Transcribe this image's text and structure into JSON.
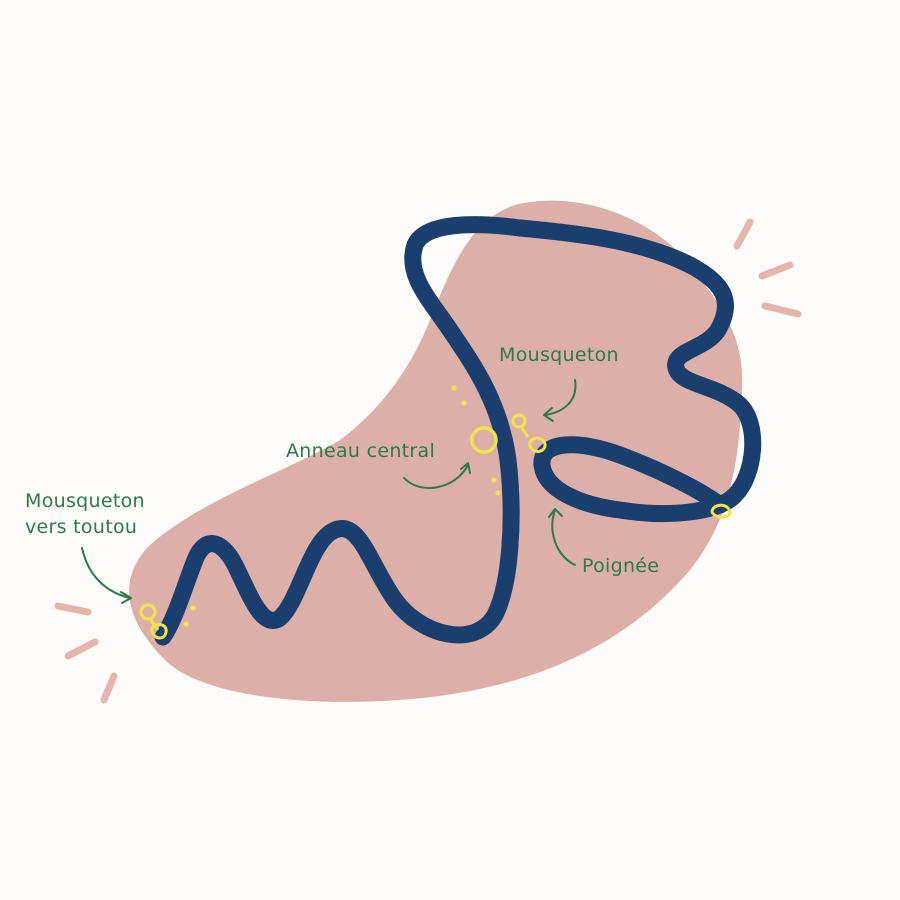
{
  "colors": {
    "background": "#fdfcfa",
    "blob": "#dcb0a8",
    "leash": "#1a3e6e",
    "hardware": "#f0e44a",
    "label_text": "#2b7a4b",
    "accent_marks": "#e3b5ab"
  },
  "labels": {
    "top_clip": "Mousqueton",
    "central_ring": "Anneau central",
    "dog_clip_line1": "Mousqueton",
    "dog_clip_line2": "vers toutou",
    "handle": "Poignée"
  }
}
